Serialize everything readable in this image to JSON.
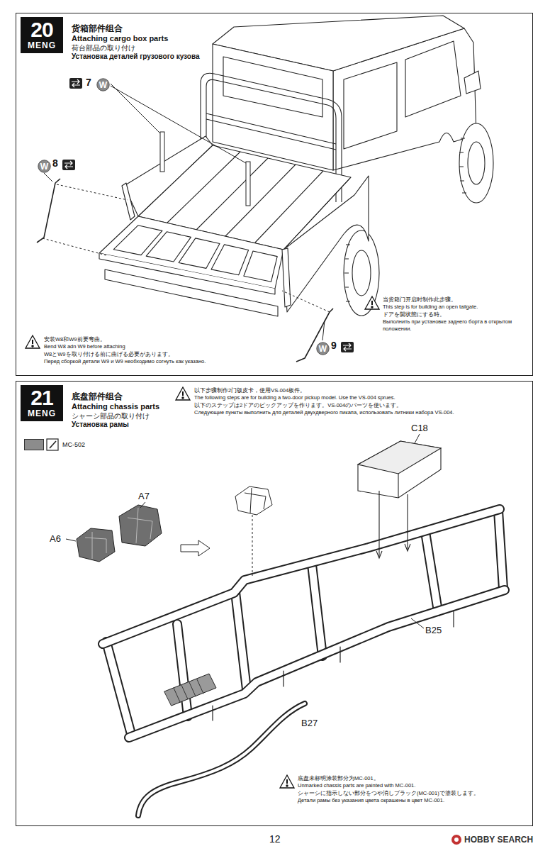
{
  "diagram": {
    "nodes": [
      {
        "text": [
          "货箱部件组合",
          "Attaching cargo box parts",
          "荷台部品の取り付け",
          "Установка деталей грузового кузова"
        ]
      },
      {
        "text": [
          "20",
          "MENG"
        ],
        "in": 0
      },
      {
        "text": [
          "W"
        ],
        "in": 0
      },
      {
        "text": [
          "W"
        ],
        "in": 0
      },
      {
        "text": [
          "W"
        ],
        "in": 0
      },
      {
        "text": [
          "底盘部件组合",
          "Attaching chassis parts",
          "シャーシ部品の取り付け",
          "Установка рамы"
        ]
      },
      {
        "text": [
          "21",
          "MENG"
        ],
        "in": 5
      }
    ],
    "labels": [
      "7",
      "8",
      "9",
      "当货箱门开启时制作此步骤。",
      "This step is for building an open tailgate.",
      "ドアを開状態にする時。",
      "Выполнить при установке заднего борта в открытом положении.",
      "安装W8和W9前要弯曲。",
      "Bend W8 adn W9 before attaching",
      "W8とW9を取り付ける前に曲げる必要があります。",
      "Перед сборкой детали W9 и W9 необходимо согнуть как указано.",
      "以下步骤制作2门版皮卡，使用VS-004板件。",
      "The following steps are for building a two-door pickup model. Use the VS-004 sprues.",
      "以下のステップは2ドアのピックアップを作ります。VS-004のパーツを使います。",
      "Следующие пункты выполнить для деталей двухдверного пикапа, использовать литники набора VS-004.",
      "A7",
      "A6",
      "C18",
      "B25",
      "B27",
      "底盘未标明涂装部分为MC-001。",
      "Unmarked chassis parts are painted with MC-001.",
      "シャーシに指示しない部分をつや消しブラック(MC-001)で塗装します。",
      "Детали рамы без указания цвета окрашены в цвет MC-001.",
      "12",
      "HOBBY SEARCH"
    ],
    "legend": [
      {
        "text": "MC-502",
        "color": "#8c8c8c"
      }
    ]
  }
}
